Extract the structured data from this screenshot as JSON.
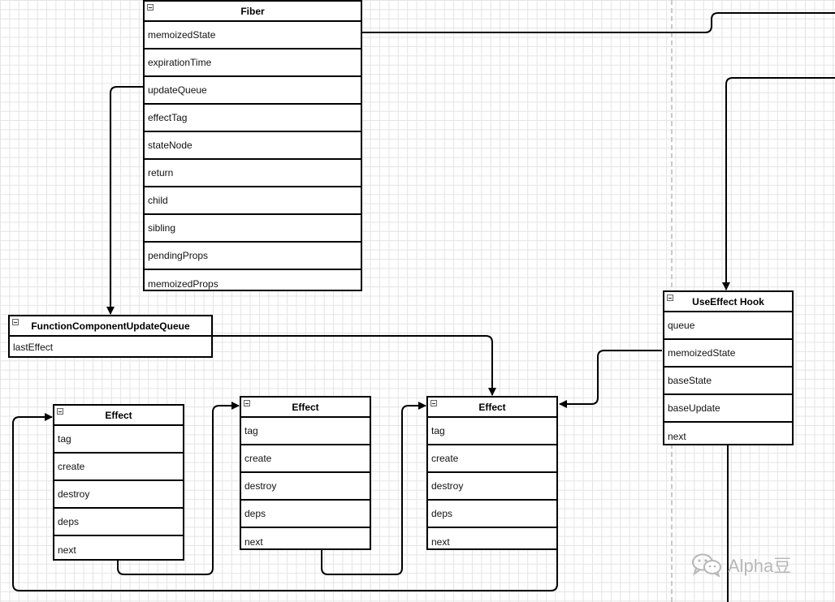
{
  "fiber": {
    "title": "Fiber",
    "fields": [
      "memoizedState",
      "expirationTime",
      "updateQueue",
      "effectTag",
      "stateNode",
      "return",
      "child",
      "sibling",
      "pendingProps",
      "memoizedProps"
    ]
  },
  "update_queue": {
    "title": "FunctionComponentUpdateQueue",
    "fields": [
      "lastEffect"
    ]
  },
  "effect_1": {
    "title": "Effect",
    "fields": [
      "tag",
      "create",
      "destroy",
      "deps",
      "next"
    ]
  },
  "effect_2": {
    "title": "Effect",
    "fields": [
      "tag",
      "create",
      "destroy",
      "deps",
      "next"
    ]
  },
  "effect_3": {
    "title": "Effect",
    "fields": [
      "tag",
      "create",
      "destroy",
      "deps",
      "next"
    ]
  },
  "hook": {
    "title": "UseEffect Hook",
    "fields": [
      "queue",
      "memoizedState",
      "baseState",
      "baseUpdate",
      "next"
    ]
  },
  "watermark": {
    "text": "Alpha豆",
    "icon": "wechat-icon"
  }
}
